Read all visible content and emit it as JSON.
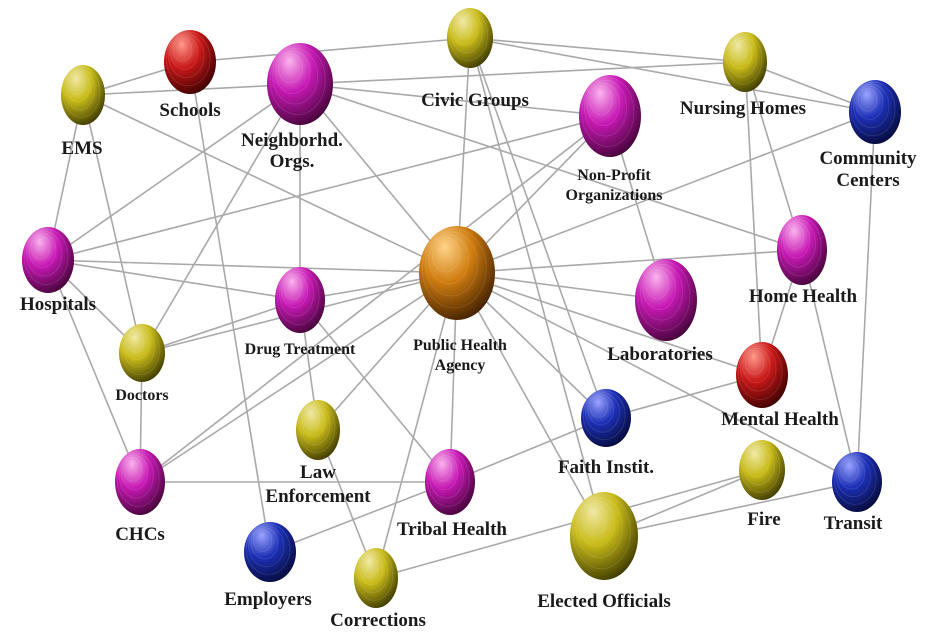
{
  "palette": {
    "gold": [
      "#f1e9a8",
      "#c8bb18",
      "#3a3600"
    ],
    "purple": [
      "#fbb4ee",
      "#c618b3",
      "#400334"
    ],
    "red": [
      "#ff9a8c",
      "#c91818",
      "#370000"
    ],
    "blue": [
      "#9aa4ff",
      "#1c2fb5",
      "#050a36"
    ],
    "orange": [
      "#ffd58a",
      "#d07d10",
      "#3d1d00"
    ]
  },
  "nodes": [
    {
      "id": "civic-groups",
      "label": [
        "Civic Groups"
      ],
      "color": "gold"
    },
    {
      "id": "schools",
      "label": [
        "Schools"
      ],
      "color": "red"
    },
    {
      "id": "neighborhd-orgs",
      "label": [
        "Neighborhd.",
        "Orgs."
      ],
      "color": "purple"
    },
    {
      "id": "nursing-homes",
      "label": [
        "Nursing Homes"
      ],
      "color": "gold"
    },
    {
      "id": "ems",
      "label": [
        "EMS"
      ],
      "color": "gold"
    },
    {
      "id": "non-profit-organizations",
      "label": [
        "Non-Profit",
        "Organizations"
      ],
      "color": "purple"
    },
    {
      "id": "community-centers",
      "label": [
        "Community",
        "Centers"
      ],
      "color": "blue"
    },
    {
      "id": "hospitals",
      "label": [
        "Hospitals"
      ],
      "color": "purple"
    },
    {
      "id": "public-health-agency",
      "label": [
        "Public Health",
        "Agency"
      ],
      "color": "orange"
    },
    {
      "id": "home-health",
      "label": [
        "Home Health"
      ],
      "color": "purple"
    },
    {
      "id": "drug-treatment",
      "label": [
        "Drug Treatment"
      ],
      "color": "purple"
    },
    {
      "id": "laboratories",
      "label": [
        "Laboratories"
      ],
      "color": "purple"
    },
    {
      "id": "doctors",
      "label": [
        "Doctors"
      ],
      "color": "gold"
    },
    {
      "id": "mental-health",
      "label": [
        "Mental Health"
      ],
      "color": "red"
    },
    {
      "id": "faith-instit",
      "label": [
        "Faith Instit."
      ],
      "color": "blue"
    },
    {
      "id": "law-enforcement",
      "label": [
        "Law",
        "Enforcement"
      ],
      "color": "gold"
    },
    {
      "id": "chcs",
      "label": [
        "CHCs"
      ],
      "color": "purple"
    },
    {
      "id": "tribal-health",
      "label": [
        "Tribal Health"
      ],
      "color": "purple"
    },
    {
      "id": "fire",
      "label": [
        "Fire"
      ],
      "color": "gold"
    },
    {
      "id": "transit",
      "label": [
        "Transit"
      ],
      "color": "blue"
    },
    {
      "id": "employers",
      "label": [
        "Employers"
      ],
      "color": "blue"
    },
    {
      "id": "corrections",
      "label": [
        "Corrections"
      ],
      "color": "gold"
    },
    {
      "id": "elected-officials",
      "label": [
        "Elected Officials"
      ],
      "color": "gold"
    }
  ],
  "edges": [
    [
      "public-health-agency",
      "civic-groups"
    ],
    [
      "public-health-agency",
      "neighborhd-orgs"
    ],
    [
      "public-health-agency",
      "non-profit-organizations"
    ],
    [
      "public-health-agency",
      "community-centers"
    ],
    [
      "public-health-agency",
      "hospitals"
    ],
    [
      "public-health-agency",
      "home-health"
    ],
    [
      "public-health-agency",
      "drug-treatment"
    ],
    [
      "public-health-agency",
      "laboratories"
    ],
    [
      "public-health-agency",
      "doctors"
    ],
    [
      "public-health-agency",
      "mental-health"
    ],
    [
      "public-health-agency",
      "faith-instit"
    ],
    [
      "public-health-agency",
      "law-enforcement"
    ],
    [
      "public-health-agency",
      "chcs"
    ],
    [
      "public-health-agency",
      "tribal-health"
    ],
    [
      "public-health-agency",
      "transit"
    ],
    [
      "public-health-agency",
      "corrections"
    ],
    [
      "public-health-agency",
      "elected-officials"
    ],
    [
      "public-health-agency",
      "ems"
    ],
    [
      "schools",
      "civic-groups"
    ],
    [
      "schools",
      "ems"
    ],
    [
      "schools",
      "employers"
    ],
    [
      "civic-groups",
      "nursing-homes"
    ],
    [
      "civic-groups",
      "elected-officials"
    ],
    [
      "civic-groups",
      "community-centers"
    ],
    [
      "civic-groups",
      "faith-instit"
    ],
    [
      "ems",
      "nursing-homes"
    ],
    [
      "ems",
      "hospitals"
    ],
    [
      "ems",
      "doctors"
    ],
    [
      "neighborhd-orgs",
      "drug-treatment"
    ],
    [
      "neighborhd-orgs",
      "home-health"
    ],
    [
      "neighborhd-orgs",
      "hospitals"
    ],
    [
      "neighborhd-orgs",
      "doctors"
    ],
    [
      "neighborhd-orgs",
      "non-profit-organizations"
    ],
    [
      "nursing-homes",
      "mental-health"
    ],
    [
      "nursing-homes",
      "community-centers"
    ],
    [
      "nursing-homes",
      "home-health"
    ],
    [
      "non-profit-organizations",
      "hospitals"
    ],
    [
      "non-profit-organizations",
      "laboratories"
    ],
    [
      "non-profit-organizations",
      "chcs"
    ],
    [
      "community-centers",
      "transit"
    ],
    [
      "home-health",
      "transit"
    ],
    [
      "home-health",
      "mental-health"
    ],
    [
      "hospitals",
      "drug-treatment"
    ],
    [
      "hospitals",
      "chcs"
    ],
    [
      "hospitals",
      "doctors"
    ],
    [
      "drug-treatment",
      "doctors"
    ],
    [
      "drug-treatment",
      "law-enforcement"
    ],
    [
      "drug-treatment",
      "tribal-health"
    ],
    [
      "doctors",
      "chcs"
    ],
    [
      "chcs",
      "tribal-health"
    ],
    [
      "tribal-health",
      "faith-instit"
    ],
    [
      "tribal-health",
      "employers"
    ],
    [
      "law-enforcement",
      "corrections"
    ],
    [
      "faith-instit",
      "mental-health"
    ],
    [
      "fire",
      "elected-officials"
    ],
    [
      "fire",
      "corrections"
    ],
    [
      "elected-officials",
      "transit"
    ]
  ]
}
